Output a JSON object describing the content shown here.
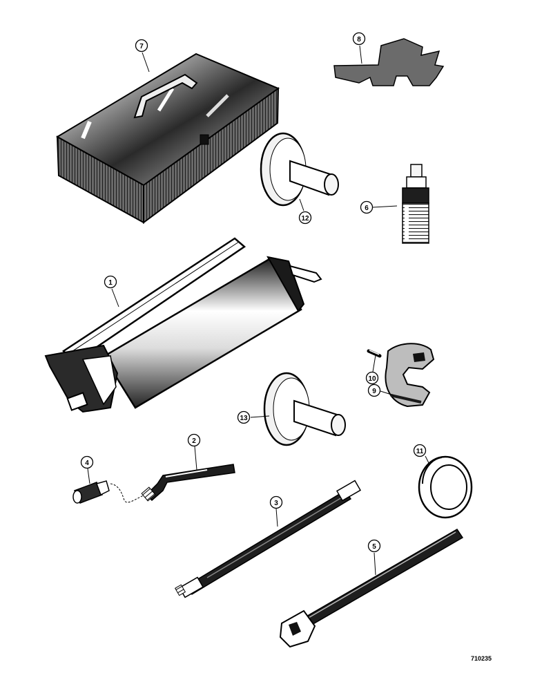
{
  "figure_number": "710235",
  "callouts": {
    "c1": "1",
    "c2": "2",
    "c3": "3",
    "c4": "4",
    "c5": "5",
    "c6": "6",
    "c7": "7",
    "c8": "8",
    "c9": "9",
    "c10": "10",
    "c11": "11",
    "c12": "12",
    "c13": "13"
  },
  "parts": [
    {
      "callout": "1",
      "icon": "grease-gun-icon"
    },
    {
      "callout": "2",
      "icon": "bent-extension-tube-icon"
    },
    {
      "callout": "3",
      "icon": "flexible-hose-icon"
    },
    {
      "callout": "4",
      "icon": "coupler-icon"
    },
    {
      "callout": "5",
      "icon": "wrench-icon"
    },
    {
      "callout": "6",
      "icon": "threaded-adapter-icon"
    },
    {
      "callout": "7",
      "icon": "tool-box-icon"
    },
    {
      "callout": "8",
      "icon": "bracket-plate-icon"
    },
    {
      "callout": "9",
      "icon": "split-clamp-icon"
    },
    {
      "callout": "10",
      "icon": "pin-icon"
    },
    {
      "callout": "11",
      "icon": "seal-ring-icon"
    },
    {
      "callout": "12",
      "icon": "driver-disc-icon"
    },
    {
      "callout": "13",
      "icon": "driver-disc-icon"
    }
  ]
}
